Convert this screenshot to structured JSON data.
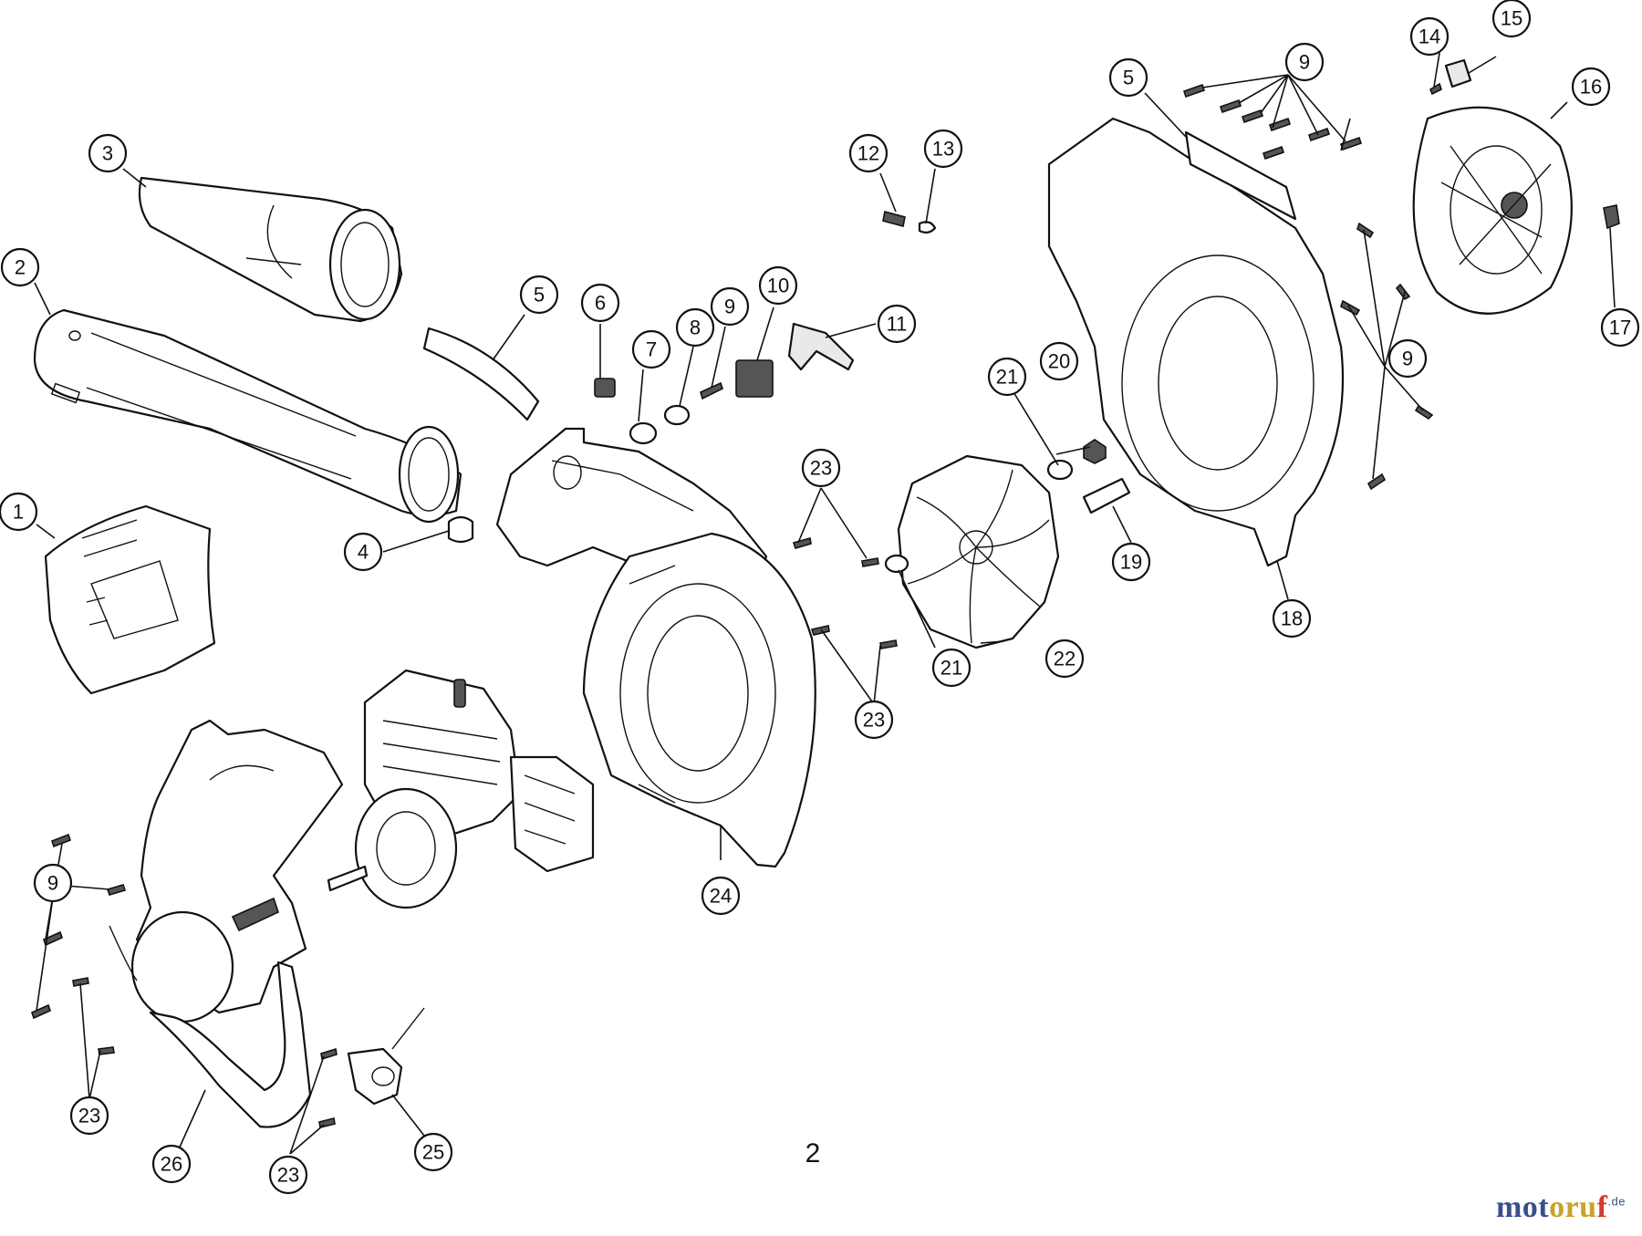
{
  "page_number": "2",
  "watermark": {
    "part1": "mot",
    "part2": "oru",
    "part3": "f",
    "suffix": ".de"
  },
  "callouts": [
    {
      "id": "c1",
      "label": "1"
    },
    {
      "id": "c2",
      "label": "2"
    },
    {
      "id": "c3",
      "label": "3"
    },
    {
      "id": "c4",
      "label": "4"
    },
    {
      "id": "c5a",
      "label": "5"
    },
    {
      "id": "c5b",
      "label": "5"
    },
    {
      "id": "c6",
      "label": "6"
    },
    {
      "id": "c7",
      "label": "7"
    },
    {
      "id": "c8",
      "label": "8"
    },
    {
      "id": "c9a",
      "label": "9"
    },
    {
      "id": "c9b",
      "label": "9"
    },
    {
      "id": "c9c",
      "label": "9"
    },
    {
      "id": "c9d",
      "label": "9"
    },
    {
      "id": "c10",
      "label": "10"
    },
    {
      "id": "c11",
      "label": "11"
    },
    {
      "id": "c12",
      "label": "12"
    },
    {
      "id": "c13",
      "label": "13"
    },
    {
      "id": "c14",
      "label": "14"
    },
    {
      "id": "c15",
      "label": "15"
    },
    {
      "id": "c16",
      "label": "16"
    },
    {
      "id": "c17",
      "label": "17"
    },
    {
      "id": "c18",
      "label": "18"
    },
    {
      "id": "c19",
      "label": "19"
    },
    {
      "id": "c20",
      "label": "20"
    },
    {
      "id": "c21a",
      "label": "21"
    },
    {
      "id": "c21b",
      "label": "21"
    },
    {
      "id": "c22",
      "label": "22"
    },
    {
      "id": "c23a",
      "label": "23"
    },
    {
      "id": "c23b",
      "label": "23"
    },
    {
      "id": "c23c",
      "label": "23"
    },
    {
      "id": "c23d",
      "label": "23"
    },
    {
      "id": "c24",
      "label": "24"
    },
    {
      "id": "c25",
      "label": "25"
    },
    {
      "id": "c26",
      "label": "26"
    }
  ]
}
